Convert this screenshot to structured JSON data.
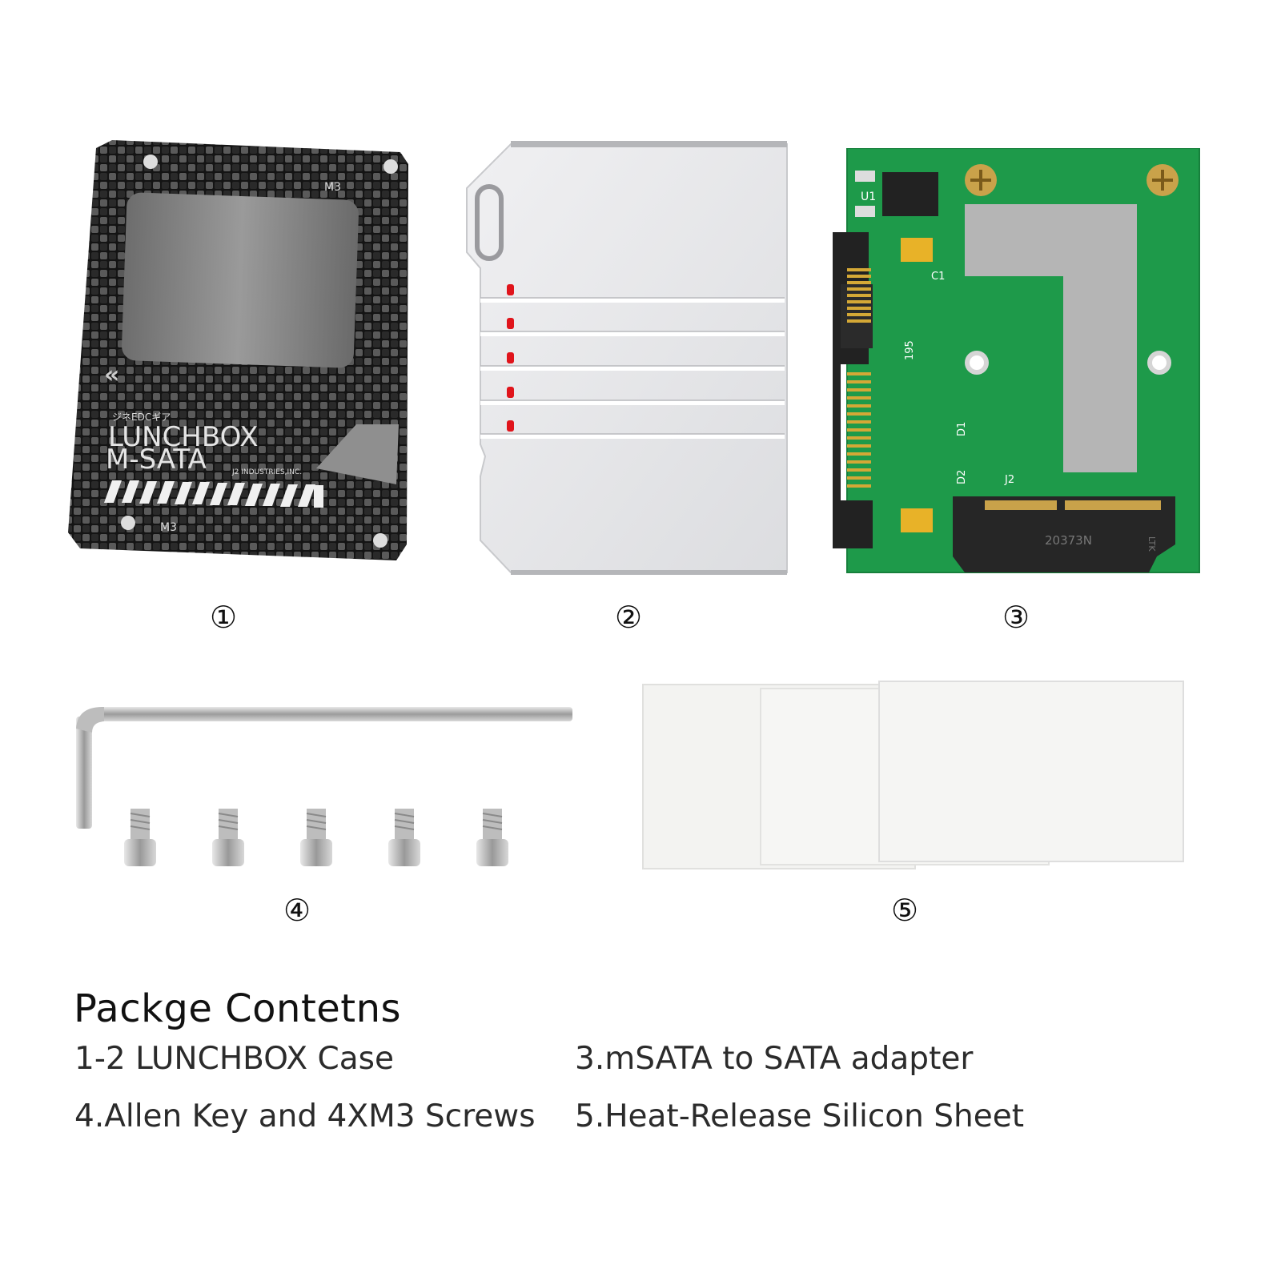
{
  "products": {
    "case_lid": {
      "label_number": "①",
      "print_line1": "LUNCHBOX",
      "print_line2": "M-SATA",
      "print_small": "J2 INDUSTRIES,INC.",
      "print_top": "ジネEDCギア",
      "screw_mark_top": "M3",
      "screw_mark_bottom": "M3"
    },
    "case_body": {
      "label_number": "②",
      "accent_color": "#e0141b"
    },
    "adapter_board": {
      "label_number": "③",
      "pcb_color": "#1e9a4a",
      "silk_u1": "U1",
      "silk_c1": "C1",
      "silk_d1": "D1",
      "silk_d2": "D2",
      "silk_j2": "J2",
      "silk_195": "195",
      "connector_text": "20373N",
      "connector_text2": "LTK"
    },
    "allen_key_screws": {
      "label_number": "④",
      "screw_count": 5
    },
    "silicon_sheets": {
      "label_number": "⑤",
      "sheet_count": 3
    }
  },
  "contents": {
    "title": "Packge Contetns",
    "items": [
      "1-2 LUNCHBOX Case",
      "3.mSATA to SATA adapter",
      "4.Allen Key and 4XM3 Screws",
      "5.Heat-Release Silicon Sheet"
    ]
  }
}
